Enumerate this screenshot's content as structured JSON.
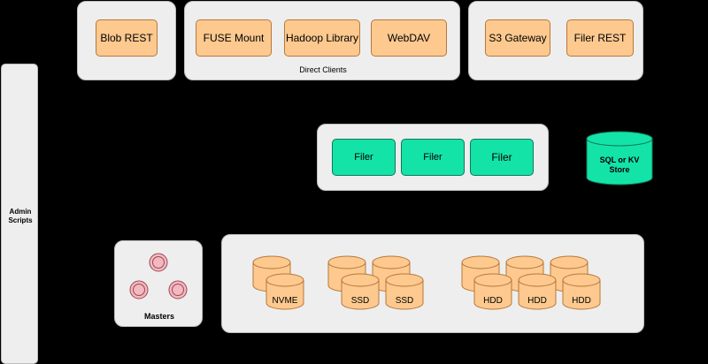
{
  "admin": {
    "label_line1": "Admin",
    "label_line2": "Scripts"
  },
  "clients": {
    "blob": "Blob REST",
    "direct": [
      "FUSE Mount",
      "Hadoop Library",
      "WebDAV"
    ],
    "direct_caption": "Direct Clients",
    "gateways": [
      "S3 Gateway",
      "Filer REST"
    ]
  },
  "filers": [
    "Filer",
    "Filer",
    "Filer"
  ],
  "store": {
    "line1": "SQL or KV",
    "line2": "Store"
  },
  "masters": {
    "label": "Masters"
  },
  "volumes": {
    "nvme": "NVME",
    "ssd": [
      "SSD",
      "SSD"
    ],
    "hdd": [
      "HDD",
      "HDD",
      "HDD"
    ]
  },
  "colors": {
    "client_fill": "#fdc98f",
    "filer_fill": "#14e3a8",
    "master_fill": "#f4b8c0",
    "drive_fill": "#fdc98f"
  }
}
